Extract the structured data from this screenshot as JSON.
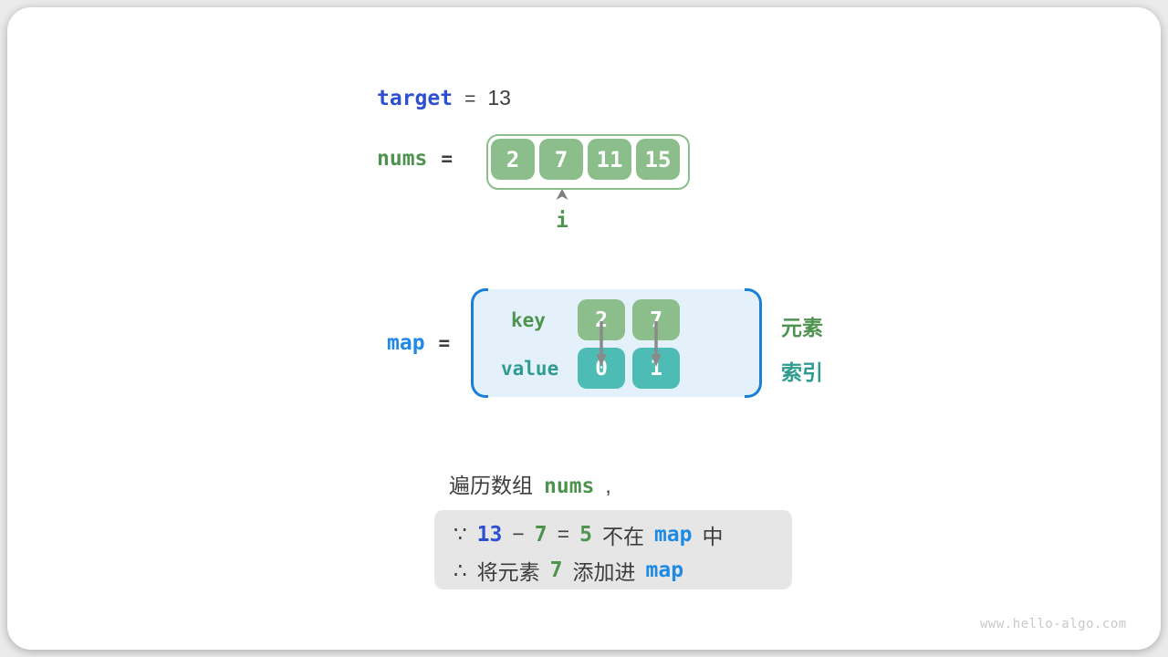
{
  "colors": {
    "royal_blue": "#2e4fd0",
    "sky_blue": "#1e8ae6",
    "green_text": "#4f9350",
    "teal_text": "#2f9c8f",
    "green_fill": "#8cbe8c",
    "teal_fill": "#4cbcb4",
    "map_background": "#e4f1fa",
    "bracket_blue": "#1a7fd6",
    "note_background": "#e6e6e6",
    "dark_text": "#3d3d3d",
    "arrow_gray": "#8a8a8a",
    "watermark_gray": "#c9c9c9"
  },
  "target": {
    "label": "target",
    "eq": "=",
    "value": "13"
  },
  "nums": {
    "label": "nums",
    "eq": "=",
    "values": [
      "2",
      "7",
      "11",
      "15"
    ],
    "pointer_index": 1,
    "pointer_label": "i"
  },
  "map": {
    "label": "map",
    "eq": "=",
    "key_label": "key",
    "value_label": "value",
    "entries": [
      {
        "key": "2",
        "value": "0"
      },
      {
        "key": "7",
        "value": "1"
      }
    ],
    "element_label": "元素",
    "index_label": "索引"
  },
  "caption": {
    "text": "遍历数组",
    "code": "nums",
    "comma": ","
  },
  "note": {
    "line1": {
      "sym": "∵",
      "n1": "13",
      "minus": "−",
      "n2": "7",
      "eq": "=",
      "n3": "5",
      "t1": "不在",
      "code": "map",
      "t2": "中"
    },
    "line2": {
      "sym": "∴",
      "t1": "将元素",
      "n1": "7",
      "t2": "添加进",
      "code": "map"
    }
  },
  "watermark": "www.hello-algo.com"
}
